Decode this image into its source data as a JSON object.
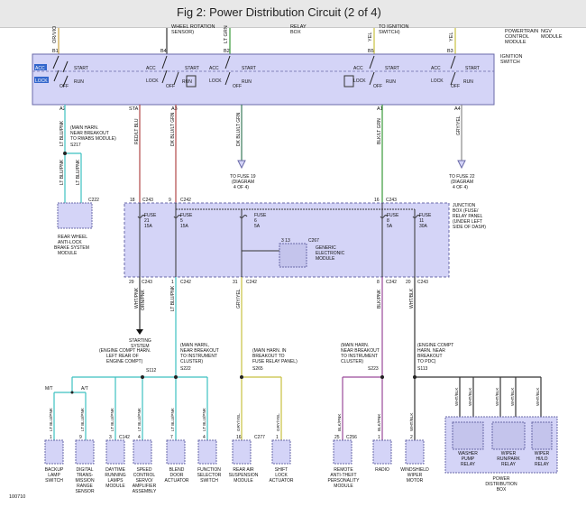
{
  "title": "Fig 2: Power Distribution Circuit (2 of 4)",
  "figure_id": "100710",
  "top_labels": {
    "wheel_rotation": [
      "WHEEL ROTATION",
      "SENSOR)"
    ],
    "relay_box": [
      "RELAY",
      "BOX"
    ],
    "ignition_switch_ref": [
      "TO IGNITION",
      "SWITCH)"
    ],
    "powertrain": [
      "POWERTRAIN",
      "CONTROL",
      "MODULE"
    ],
    "ngv": [
      "NGV",
      "MODULE"
    ],
    "wire_org_vio": "OR/VIO",
    "wire_lt_grn": "LT GRN",
    "wire_yel_1": "YEL",
    "wire_yel_2": "YEL"
  },
  "ignition_switch": {
    "label": [
      "IGNITION",
      "SWITCH"
    ],
    "pins": [
      "B1",
      "B4",
      "B2",
      "B5",
      "B3"
    ],
    "positions": {
      "acc": "ACC",
      "lock": "LOCK",
      "off": "OFF",
      "start": "START",
      "run": "RUN"
    },
    "outputs": [
      "A2",
      "STA",
      "A3",
      "A1",
      "A4"
    ]
  },
  "wires_upper": {
    "a2": "LT BLU/PNK",
    "sta": "RED/LT BLU",
    "a3": "DK BLU/LT GRN",
    "a3_extra": "DK BLU/LT GRN",
    "a1": "BLK/LT GRN",
    "a4": "GRY/YEL"
  },
  "splice_s217": {
    "text": [
      "(MAIN HARN.",
      "NEAR BREAKOUT",
      "TO RWABS MODULE)"
    ],
    "id": "S217",
    "wire_1": "LT BLU/PNK",
    "wire_2": "LT BLU/PNK",
    "connector": "C222"
  },
  "rear_wheel_module": [
    "REAR WHEEL",
    "ANTI-LOCK",
    "BRAKE SYSTEM",
    "MODULE"
  ],
  "fuse19": [
    "TO FUSE 19",
    "(DIAGRAM",
    "4 OF 4)"
  ],
  "fuse22": [
    "TO FUSE 22",
    "(DIAGRAM",
    "4 OF 4)"
  ],
  "junction_box": {
    "label": [
      "JUNCTION",
      "BOX (FUSE/",
      "RELAY PANEL",
      "(UNDER LEFT",
      "SIDE OF DASH)"
    ],
    "fuses": [
      {
        "name": "FUSE",
        "num": "21",
        "amp": "15A"
      },
      {
        "name": "FUSE",
        "num": "5",
        "amp": "15A"
      },
      {
        "name": "FUSE",
        "num": "6",
        "amp": "5A"
      },
      {
        "name": "FUSE",
        "num": "8",
        "amp": "5A"
      },
      {
        "name": "FUSE",
        "num": "11",
        "amp": "30A"
      }
    ],
    "top_pins": [
      "18",
      "C243",
      "9",
      "C242",
      "16",
      "C243"
    ],
    "bottom_pins": [
      "29",
      "C243",
      "1",
      "C242",
      "31",
      "C242",
      "8",
      "C242",
      "20",
      "C243"
    ],
    "generic_module": {
      "pins": "3  13",
      "conn": "C267",
      "label": [
        "GENERIC",
        "ELECTRONIC",
        "MODULE"
      ]
    }
  },
  "wires_lower": {
    "w1": "WHT/PNK",
    "w1b": "ORN/PNK",
    "w2": "LT BLU/PNK",
    "w3": "GRY/YEL",
    "w4": "BLK/PNK",
    "w5": "WHT/BLK"
  },
  "starting_system": [
    "STARTING",
    "SYSTEM"
  ],
  "splices": {
    "s112": {
      "text": [
        "(ENGINE COMPT HARN.",
        "LEFT REAR OF",
        "ENGINE COMPT)"
      ],
      "id": "S112"
    },
    "s222": {
      "text": [
        "(MAIN HARN.,",
        "NEAR BREAKOUT",
        "TO INSTRUMENT",
        "CLUSTER)"
      ],
      "id": "S222"
    },
    "s265": {
      "text": [
        "(MAIN HARN. IN",
        "BREAKOUT TO",
        "FUSE RELAY PANEL)"
      ],
      "id": "S265"
    },
    "s223": {
      "text": [
        "(MAIN HARN.",
        "NEAR BREAKOUT",
        "TO INSTRUMENT",
        "CLUSTER)"
      ],
      "id": "S223"
    },
    "s113": {
      "text": [
        "(ENGINE COMPT",
        "HARN. NEAR",
        "BREAKOUT",
        "TO PDC)"
      ],
      "id": "S113"
    }
  },
  "mt_at": {
    "mt": "M/T",
    "at": "A/T"
  },
  "bottom_wires": [
    "LT BLU/PNK",
    "LT BLU/PNK",
    "LT BLU/PNK",
    "LT BLU/PNK",
    "LT BLU/PNK",
    "LT BLU/PNK",
    "LT BLU/PNK",
    "GRY/YEL",
    "GRY/YEL",
    "BLK/PNK",
    "BLK/PNK",
    "WHT/BLK",
    "WHT/BLK",
    "WHT/BLK",
    "WHT/BLK",
    "WHT/BLK",
    "WHT/BLK"
  ],
  "bottom_pins": [
    "1",
    "9",
    "3",
    "C142",
    "4",
    "7",
    "4",
    "16",
    "C277",
    "1",
    "25",
    "C256",
    "1",
    "2",
    "4",
    "5",
    "1",
    "2",
    "2"
  ],
  "components": [
    {
      "label": [
        "BACKUP",
        "LAMP",
        "SWITCH"
      ]
    },
    {
      "label": [
        "DIGITAL",
        "TRANS-",
        "MISSION",
        "RANGE",
        "SENSOR"
      ]
    },
    {
      "label": [
        "DAYTIME",
        "RUNNING",
        "LAMPS",
        "MODULE"
      ]
    },
    {
      "label": [
        "SPEED",
        "CONTROL",
        "SERVO/",
        "AMPLIFIER",
        "ASSEMBLY"
      ]
    },
    {
      "label": [
        "BLEND",
        "DOOR",
        "ACTUATOR"
      ]
    },
    {
      "label": [
        "FUNCTION",
        "SELECTOR",
        "SWITCH"
      ]
    },
    {
      "label": [
        "REAR AIR",
        "SUSPENSION",
        "MODULE"
      ]
    },
    {
      "label": [
        "SHIFT",
        "LOCK",
        "ACTUATOR"
      ]
    },
    {
      "label": [
        "REMOTE",
        "ANTI-THEFT",
        "PERSONALITY",
        "MODULE"
      ]
    },
    {
      "label": [
        "RADIO"
      ]
    },
    {
      "label": [
        "WINDSHIELD",
        "WIPER",
        "MOTOR"
      ]
    }
  ],
  "pdc": {
    "relays": [
      [
        "WASHER",
        "PUMP",
        "RELAY"
      ],
      [
        "WIPER",
        "RUN/PARK",
        "RELAY"
      ],
      [
        "WIPER",
        "HI/LO",
        "RELAY"
      ]
    ],
    "label": [
      "POWER",
      "DISTRIBUTION",
      "BOX"
    ]
  },
  "colors": {
    "box_fill": "#d4d4f7",
    "box_stroke": "#6a6aa8",
    "wire_black": "#333333",
    "wire_red": "#b04848",
    "wire_blue": "#5aa0d8",
    "wire_cyan": "#3cc0c0",
    "wire_green": "#3a9a3a",
    "wire_gray": "#8a8a8a",
    "wire_yellow": "#c8c040",
    "wire_purple": "#9a4a9a",
    "highlight": "#3366cc"
  }
}
